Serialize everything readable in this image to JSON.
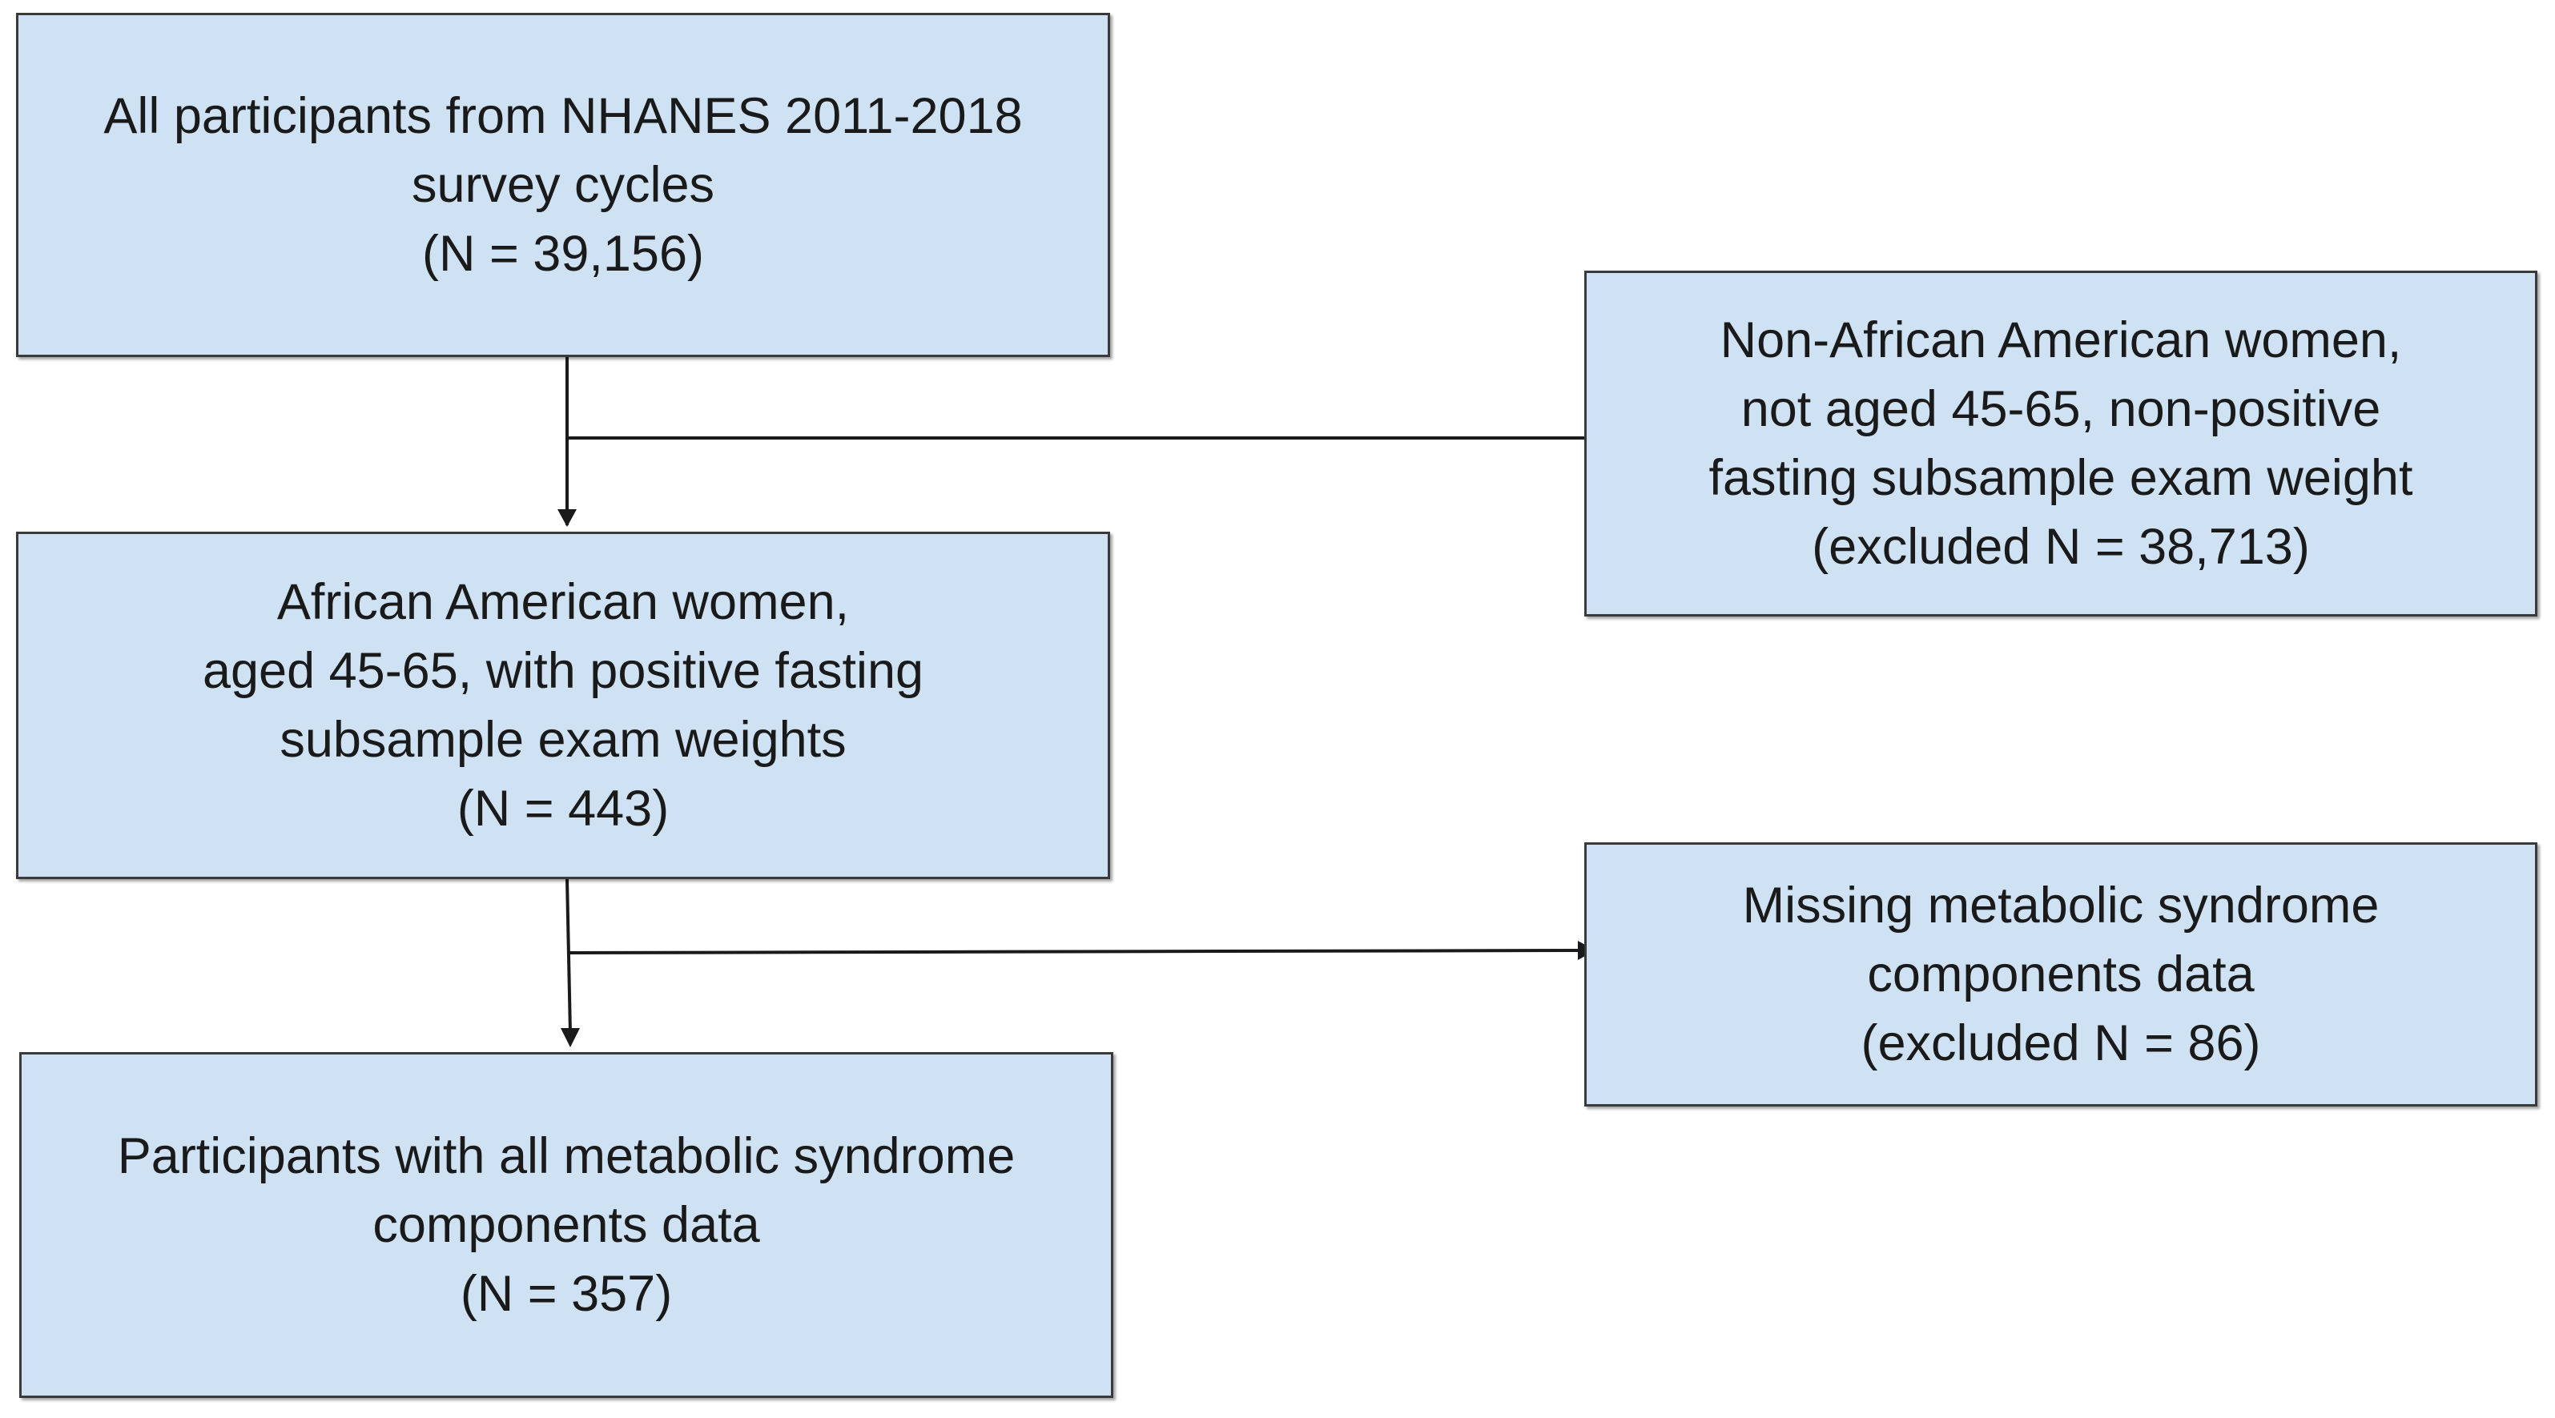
{
  "boxes": {
    "all_participants": {
      "lines": [
        "All participants from NHANES 2011-2018",
        "survey cycles",
        "(N = 39,156)"
      ]
    },
    "eligible": {
      "lines": [
        "African American women,",
        "aged 45-65, with positive fasting",
        "subsample exam weights",
        "(N = 443)"
      ]
    },
    "final": {
      "lines": [
        "Participants with all metabolic syndrome",
        "components data",
        "(N = 357)"
      ]
    },
    "excluded_1": {
      "lines": [
        "Non-African American women,",
        "not aged 45-65, non-positive",
        "fasting subsample exam weight",
        "(excluded N = 38,713)"
      ]
    },
    "excluded_2": {
      "lines": [
        "Missing metabolic syndrome",
        "components data",
        "(excluded N = 86)"
      ]
    }
  },
  "colors": {
    "box_fill": "#cfe2f3",
    "box_border": "#3a3a3a",
    "arrow": "#1a1a1a"
  }
}
